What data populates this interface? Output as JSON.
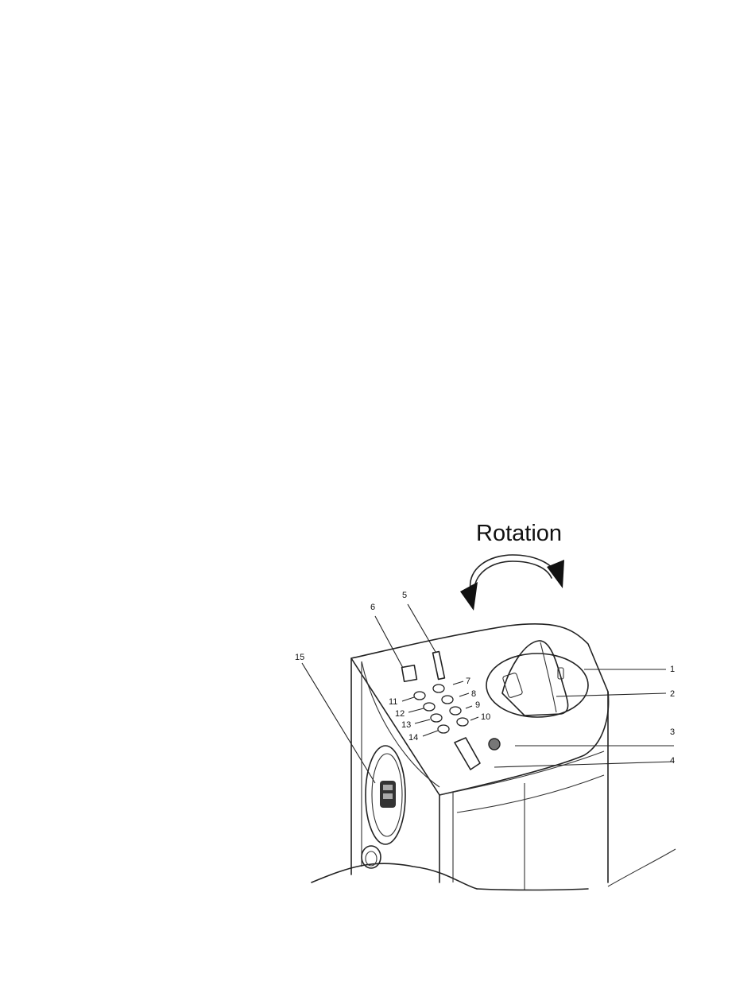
{
  "rotation_label": "Rotation",
  "callouts": [
    "1",
    "2",
    "3",
    "4",
    "5",
    "6",
    "7",
    "8",
    "9",
    "10",
    "11",
    "12",
    "13",
    "14",
    "15"
  ]
}
